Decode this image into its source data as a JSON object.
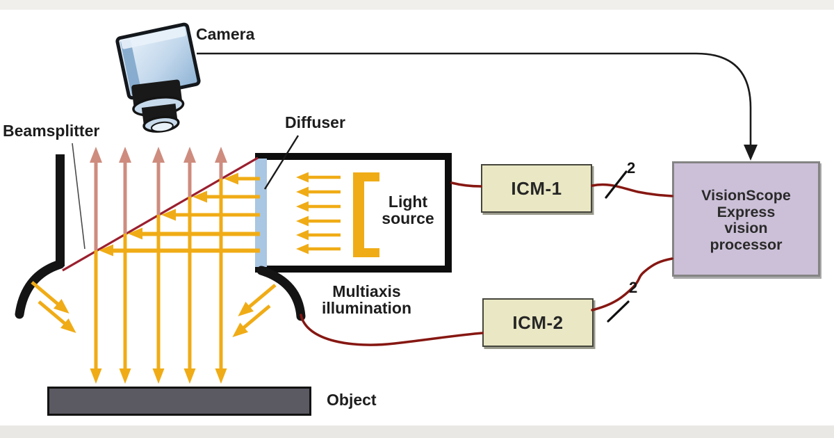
{
  "diagram": {
    "labels": {
      "camera": "Camera",
      "beamsplitter": "Beamsplitter",
      "diffuser": "Diffuser",
      "light_source_line1": "Light",
      "light_source_line2": "source",
      "multiaxis_line1": "Multiaxis",
      "multiaxis_line2": "illumination",
      "object": "Object"
    },
    "modules": {
      "icm1": "ICM-1",
      "icm2": "ICM-2",
      "processor_line1": "VisionScope",
      "processor_line2": "Express",
      "processor_line3": "vision",
      "processor_line4": "processor"
    },
    "wires": {
      "icm1_bus_count": "2",
      "icm2_bus_count": "2"
    },
    "colors": {
      "ray_yellow": "#f0ac16",
      "reflect_pink": "#ce8c7e",
      "wire_red": "#861712",
      "beamsplitter_red": "#9b1f2e",
      "diffuser_blue": "#a9c6e3",
      "module_fill": "#eae8c4",
      "processor_fill": "#ccc0d8",
      "object_gray": "#5b5a63"
    }
  }
}
